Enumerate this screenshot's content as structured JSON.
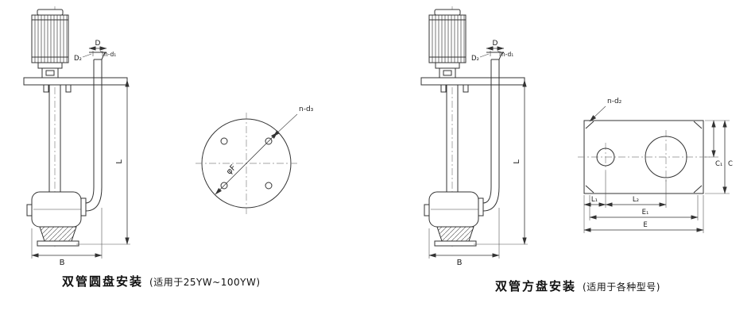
{
  "drawing": {
    "pump_labels": {
      "d": "D",
      "d2": "D₂",
      "nd1": "n-d₁",
      "l": "L",
      "b": "B"
    },
    "disc_view": {
      "nd3": "n-d₃",
      "phi_f": "φF"
    },
    "plate_view": {
      "nd2": "n-d₂",
      "c1": "C₁",
      "c": "C",
      "l1": "L₁",
      "l2": "L₂",
      "e1": "E₁",
      "e": "E"
    },
    "captions": {
      "left_title": "双管圆盘安装",
      "left_note": "(适用于25YW~100YW)",
      "right_title": "双管方盘安装",
      "right_note": "(适用于各种型号)"
    },
    "line_color": "#333333",
    "background": "#ffffff"
  }
}
